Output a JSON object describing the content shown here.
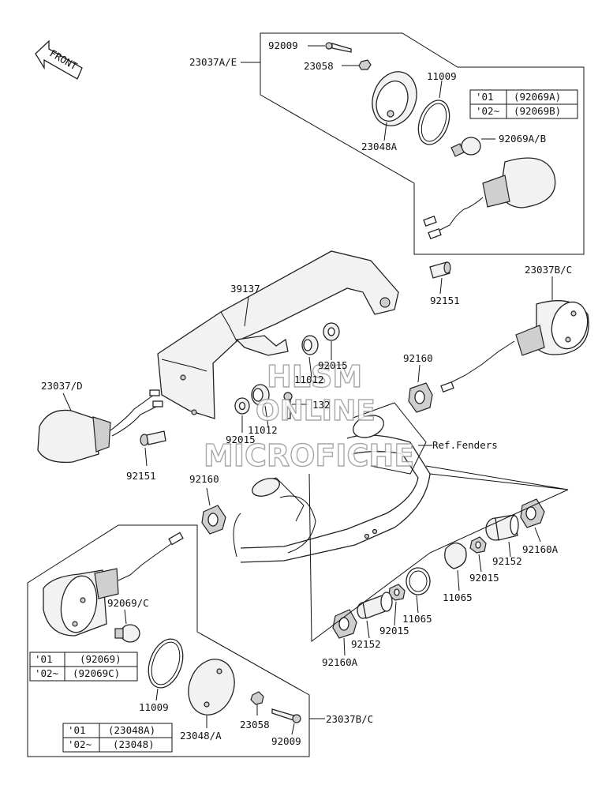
{
  "front_label": "FRONT",
  "labels": {
    "p92009_top": "92009",
    "p23037ae": "23037A/E",
    "p23058_top": "23058",
    "p11009_top": "11009",
    "p23048a": "23048A",
    "p92069ab": "92069A/B",
    "p39137": "39137",
    "p92151_right": "92151",
    "p23037bc_top": "23037B/C",
    "p92015_mid": "92015",
    "p11012_mid": "11012",
    "p92160_right": "92160",
    "p23037d": "23037/D",
    "p132": "132",
    "p11012_left": "11012",
    "p92015_left": "92015",
    "p92151_left": "92151",
    "ref_fenders": "Ref.Fenders",
    "p92160_left": "92160",
    "p92160a_right": "92160A",
    "p92152_right": "92152",
    "p92015_right": "92015",
    "p11065_upper": "11065",
    "p11065_lower": "11065",
    "p92015_lower": "92015",
    "p92152_lower": "92152",
    "p92160a_lower": "92160A",
    "p92069c": "92069/C",
    "p11009_bottom": "11009",
    "p23048_a": "23048/A",
    "p23058_bottom": "23058",
    "p92009_bottom": "92009",
    "p23037bc_bottom": "23037B/C"
  },
  "tables": {
    "top": [
      {
        "year": "'01",
        "part": "(92069A)"
      },
      {
        "year": "'02~",
        "part": "(92069B)"
      }
    ],
    "middle": [
      {
        "year": "'01",
        "part": "(92069)"
      },
      {
        "year": "'02~",
        "part": "(92069C)"
      }
    ],
    "bottom": [
      {
        "year": "'01",
        "part": "(23048A)"
      },
      {
        "year": "'02~",
        "part": "(23048)"
      }
    ]
  },
  "watermark": {
    "line1": "HLSM",
    "line2": "ONLINE",
    "line3": "MICROFICHE"
  }
}
